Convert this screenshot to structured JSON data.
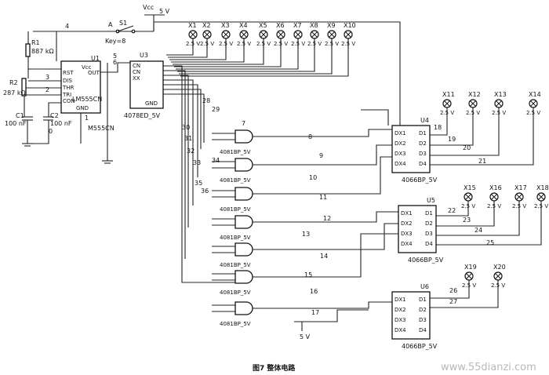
{
  "caption": "图7  整体电路",
  "watermark": "www.55dianzi.com",
  "supply": {
    "vcc_label": "Vcc",
    "vcc_value": "5 V",
    "bottom_vcc_value": "5 V"
  },
  "timer": {
    "ref": "U1",
    "type": "LM555CN",
    "model": "M555CN",
    "pins": [
      "RST",
      "DIS",
      "THR",
      "TRI",
      "CON",
      "OUT",
      "GND",
      "Vcc"
    ],
    "r1": {
      "ref": "R1",
      "value": "887 kΩ"
    },
    "r2": {
      "ref": "R2",
      "value": "287 kΩ"
    },
    "c1": {
      "ref": "C1",
      "value": "100 nF"
    },
    "c2": {
      "ref": "C2",
      "value": "100 nF"
    }
  },
  "switch": {
    "ref": "S1",
    "key_label": "A",
    "key": "Key=8"
  },
  "counter": {
    "ref": "U3",
    "part": "4078ED_5V",
    "pins": [
      "CN",
      "CN",
      "XX",
      "GND"
    ]
  },
  "gate_labels": [
    "4081BP_5V",
    "4081BP_5V",
    "4081BP_5V",
    "4081BP_5V",
    "4081BP_5V",
    "4081BP_5V",
    "4081BP_5V"
  ],
  "switch_chips": [
    {
      "ref": "U4",
      "part": "4066BP_5V"
    },
    {
      "ref": "U5",
      "part": "4066BP_5V"
    },
    {
      "ref": "U6",
      "part": "4066BP_5V"
    }
  ],
  "chip_pins_left": [
    "DX1",
    "DX2",
    "DX3",
    "DX4"
  ],
  "chip_pins_right": [
    "D1",
    "D2",
    "D3",
    "D4"
  ],
  "lamp_value": "2.5 V",
  "top_lamps": [
    "X1",
    "X2",
    "X3",
    "X4",
    "X5",
    "X6",
    "X7",
    "X8",
    "X9",
    "X10"
  ],
  "mid_lamps": [
    "X11",
    "X12",
    "X13",
    "X14"
  ],
  "lower_lamps": [
    "X15",
    "X16",
    "X17",
    "X18"
  ],
  "bottom_lamps": [
    "X19",
    "X20"
  ],
  "net_labels": [
    "4",
    "3",
    "2",
    "1",
    "5",
    "6",
    "7",
    "8",
    "9",
    "10",
    "11",
    "12",
    "13",
    "14",
    "15",
    "16",
    "17",
    "18",
    "19",
    "20",
    "21",
    "22",
    "23",
    "24",
    "25",
    "26",
    "27",
    "28",
    "29",
    "30",
    "31",
    "32",
    "33",
    "34",
    "35",
    "36",
    "0"
  ]
}
